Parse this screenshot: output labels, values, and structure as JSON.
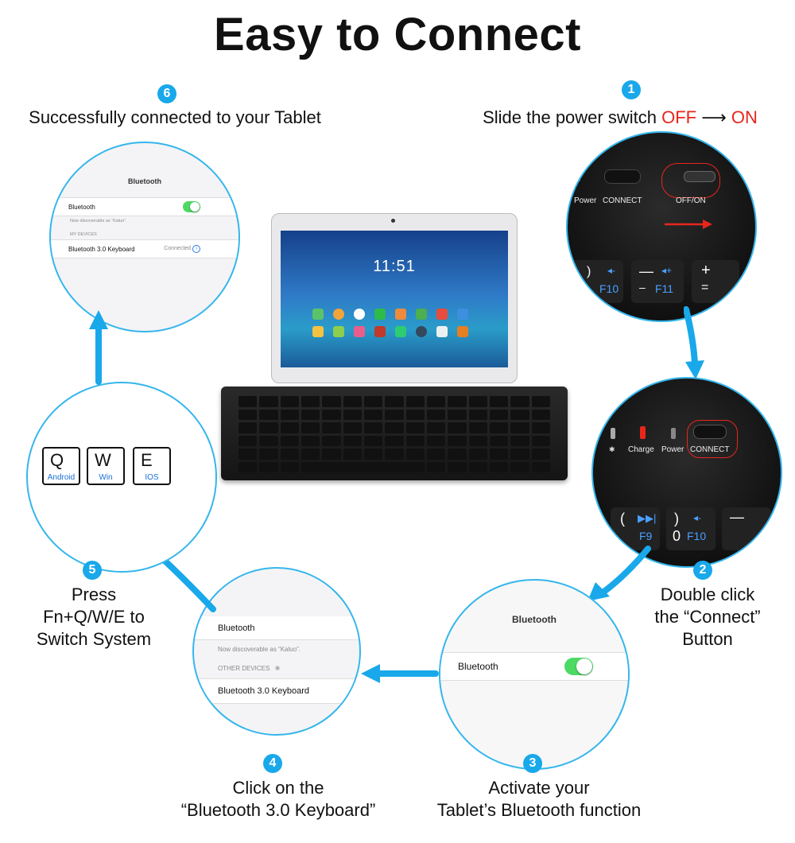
{
  "title": "Easy to Connect",
  "steps": {
    "s1": {
      "num": "1",
      "text": "Slide the power switch",
      "off": "OFF",
      "arrow": "⟶",
      "on": "ON"
    },
    "s2": {
      "num": "2",
      "line1": "Double click",
      "line2": "the “Connect”",
      "line3": "Button"
    },
    "s3": {
      "num": "3",
      "line1": "Activate your",
      "line2": "Tablet’s Bluetooth function"
    },
    "s4": {
      "num": "4",
      "line1": "Click on the",
      "line2": "“Bluetooth 3.0 Keyboard”"
    },
    "s5": {
      "num": "5",
      "line1": "Press",
      "line2": "Fn+Q/W/E to",
      "line3": "Switch System"
    },
    "s6": {
      "num": "6",
      "text": "Successfully connected to your Tablet"
    }
  },
  "circle1": {
    "power": "Power",
    "connect": "CONNECT",
    "offon": "OFF/ON",
    "f10": "F10",
    "f11": "F11"
  },
  "circle2": {
    "charge": "Charge",
    "power": "Power",
    "connect": "CONNECT",
    "f9": "F9",
    "f10": "F10",
    "zero": "0"
  },
  "circle3": {
    "header": "Bluetooth",
    "label": "Bluetooth"
  },
  "circle4": {
    "label": "Bluetooth",
    "discoverable": "Now discoverable as “Kaluo”.",
    "section": "OTHER DEVICES",
    "device": "Bluetooth 3.0 Keyboard"
  },
  "circle5": {
    "keys": [
      {
        "ch": "Q",
        "sub": "Android"
      },
      {
        "ch": "W",
        "sub": "Win"
      },
      {
        "ch": "E",
        "sub": "IOS"
      }
    ]
  },
  "circle6": {
    "header": "Bluetooth",
    "label": "Bluetooth",
    "discoverable": "Now discoverable as “Kaluo”.",
    "section": "MY DEVICES",
    "device": "Bluetooth 3.0 Keyboard",
    "status": "Connected"
  },
  "tablet": {
    "clock": "11:51"
  },
  "colors": {
    "accent": "#19a8ea",
    "highlight": "#e8261c",
    "toggle": "#4cd964"
  }
}
